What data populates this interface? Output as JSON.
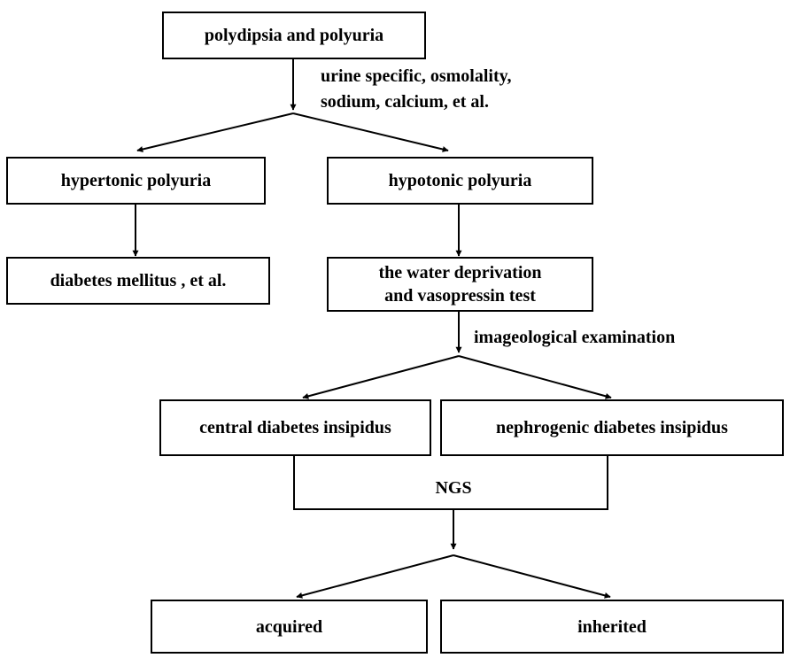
{
  "nodes": {
    "polydipsia": "polydipsia and polyuria",
    "hypertonic": "hypertonic polyuria",
    "hypotonic": "hypotonic polyuria",
    "diabetes_mellitus": "diabetes mellitus , et al.",
    "water_test_line1": "the water deprivation",
    "water_test_line2": "and vasopressin test",
    "central_di": "central diabetes insipidus",
    "nephrogenic_di": "nephrogenic diabetes insipidus",
    "acquired": "acquired",
    "inherited": "inherited"
  },
  "edge_labels": {
    "urine_line1": "urine specific, osmolality,",
    "urine_line2": "sodium,  calcium, et al.",
    "imaging": "imageological examination",
    "ngs": "NGS"
  }
}
